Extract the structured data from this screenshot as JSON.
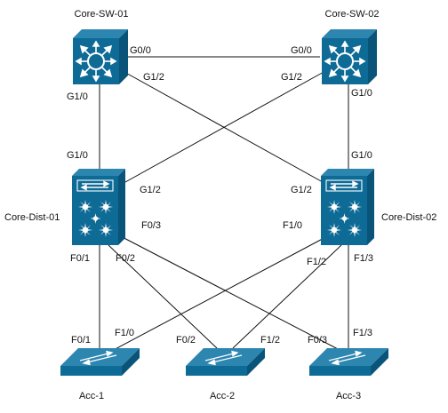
{
  "colors": {
    "device_fill": "#0e6b96",
    "device_dark": "#0a5479",
    "device_light": "#2d86b0",
    "icon": "#ffffff",
    "link": "#111111",
    "label": "#111111"
  },
  "devices": {
    "core_sw_01": {
      "name": "Core-SW-01",
      "icon": "multilayer-switch-icon"
    },
    "core_sw_02": {
      "name": "Core-SW-02",
      "icon": "multilayer-switch-icon"
    },
    "core_dist_01": {
      "name": "Core-Dist-01",
      "icon": "layer3-switch-icon"
    },
    "core_dist_02": {
      "name": "Core-Dist-02",
      "icon": "layer3-switch-icon"
    },
    "acc_1": {
      "name": "Acc-1",
      "icon": "workgroup-switch-icon"
    },
    "acc_2": {
      "name": "Acc-2",
      "icon": "workgroup-switch-icon"
    },
    "acc_3": {
      "name": "Acc-3",
      "icon": "workgroup-switch-icon"
    }
  },
  "ports": {
    "sw01_g00": "G0/0",
    "sw02_g00": "G0/0",
    "sw01_g12": "G1/2",
    "sw02_g12": "G1/2",
    "sw01_g10": "G1/0",
    "sw02_g10": "G1/0",
    "d01_g10": "G1/0",
    "d02_g10": "G1/0",
    "d01_g12": "G1/2",
    "d02_g12": "G1/2",
    "d01_f03": "F0/3",
    "d02_f10": "F1/0",
    "d01_f01": "F0/1",
    "d01_f02": "F0/2",
    "d02_f12": "F1/2",
    "d02_f13": "F1/3",
    "a1_f01": "F0/1",
    "a1_f10": "F1/0",
    "a2_f02": "F0/2",
    "a2_f12": "F1/2",
    "a3_f03": "F0/3",
    "a3_f13": "F1/3"
  }
}
